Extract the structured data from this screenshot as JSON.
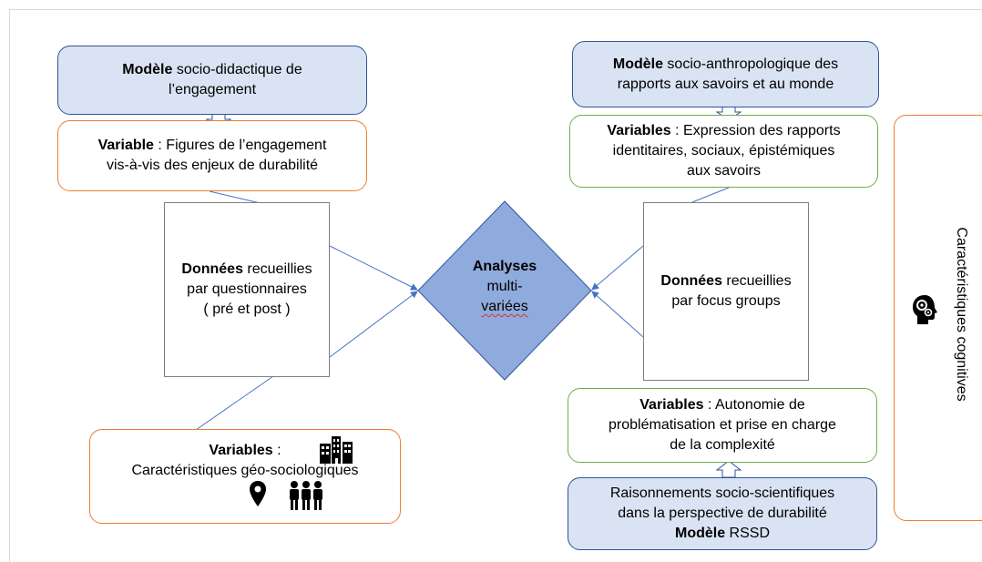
{
  "left": {
    "model": {
      "bold": "Modèle",
      "line1_rest": " socio-didactique de",
      "line2": "l’engagement"
    },
    "variable_engagement": {
      "bold": "Variable",
      "line1_rest": " : Figures de l’engagement",
      "line2": "vis-à-vis des enjeux de durabilité"
    },
    "data": {
      "bold": "Données",
      "line1_rest": " recueillies",
      "line2": "par questionnaires",
      "line3": "( pré et post )"
    },
    "variables_geo": {
      "bold": "Variables",
      "line1_rest": " :",
      "line2": "Caractéristiques géo-sociologiques"
    }
  },
  "center": {
    "analyses": {
      "bold": "Analyses",
      "line2": "multi-",
      "line3": "variées"
    }
  },
  "right": {
    "model": {
      "bold": "Modèle",
      "line1_rest": " socio-anthropologique des",
      "line2": "rapports aux savoirs et au monde"
    },
    "variables_rapports": {
      "bold": "Variables",
      "line1_rest": " : Expression des rapports",
      "line2": "identitaires, sociaux, épistémiques",
      "line3": "aux savoirs"
    },
    "data": {
      "bold": "Données",
      "line1_rest": " recueillies",
      "line2": "par focus groups"
    },
    "variables_autonomie": {
      "bold": "Variables",
      "line1_rest": " : Autonomie de",
      "line2": "problématisation et prise en charge",
      "line3": "de la complexité"
    },
    "model_rssd": {
      "line1": "Raisonnements socio-scientifiques",
      "line2": "dans la perspective de durabilité",
      "bold": "Modèle",
      "line3_rest": " RSSD"
    },
    "cognitive": {
      "label": "Caractéristiques cognitives"
    }
  },
  "icons": [
    "building-icon",
    "location-pin-icon",
    "people-group-icon",
    "head-gears-icon"
  ],
  "colors": {
    "model_fill": "#dae3f3",
    "model_border": "#2f5597",
    "orange": "#ed7d31",
    "green": "#70ad47",
    "diamond": "#8faadc",
    "connector": "#4472c4"
  }
}
